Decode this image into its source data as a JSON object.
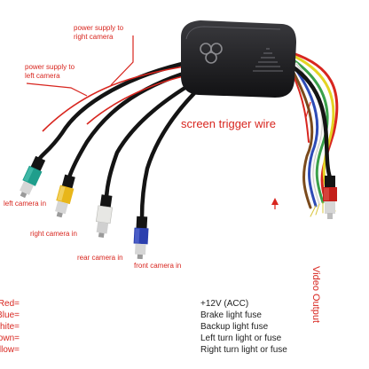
{
  "labels": {
    "power_right": "power supply to\nright camera",
    "power_left": "power supply to\nleft camera",
    "screen_trigger": "screen trigger wire",
    "left_camera_in": "left camera in",
    "right_camera_in": "right camera in",
    "rear_camera_in": "rear camera in",
    "front_camera_in": "front camera in",
    "video_output": "Video Output"
  },
  "legend": [
    {
      "key": "Red=",
      "value": "+12V (ACC)",
      "color": "#d8261f"
    },
    {
      "key": "Blue=",
      "value": "Brake light fuse",
      "color": "#d8261f"
    },
    {
      "key": "White=",
      "value": "Backup light fuse",
      "color": "#d8261f"
    },
    {
      "key": "Green or Brown=",
      "value": "Left turn light or fuse",
      "color": "#d8261f"
    },
    {
      "key": "Yellow=",
      "value": "Right turn light or fuse",
      "color": "#d8261f"
    }
  ],
  "colors": {
    "label_red": "#d8261f",
    "box": "#1b1b1d",
    "cable": "#141414",
    "rca_green": "#1f9e8c",
    "rca_yellow": "#e8b61a",
    "rca_white": "#e7e7e4",
    "rca_blue": "#2b3fae",
    "rca_red": "#c41f1a"
  },
  "icons": {
    "box_logo": "three-ring-logo-icon",
    "box_vents": "triangle-vent-icon"
  }
}
